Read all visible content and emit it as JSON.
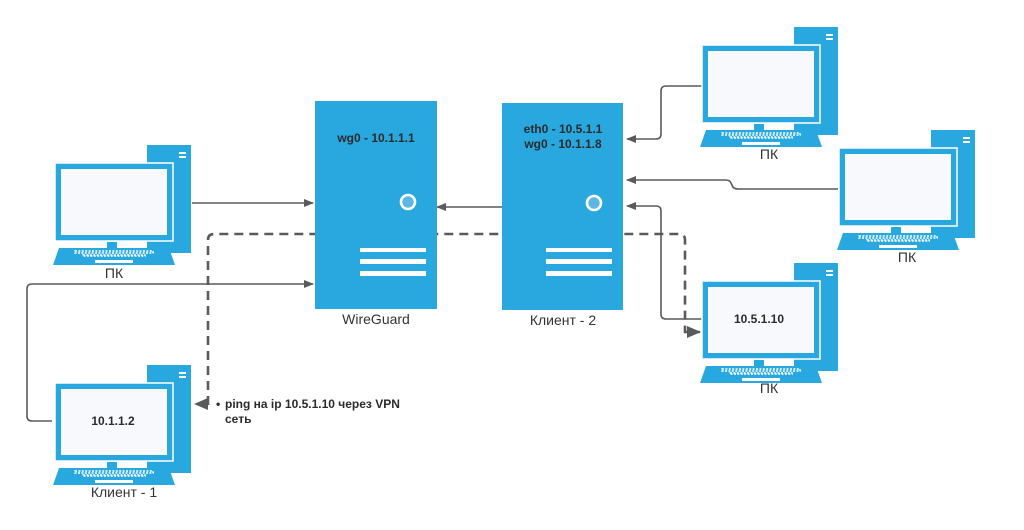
{
  "colors": {
    "device": "#29a8e0",
    "screen": "#f7f9fc",
    "connector": "#5a5a5a",
    "text": "#333333"
  },
  "servers": {
    "wireguard": {
      "label": "WireGuard",
      "lines": [
        "wg0 - 10.1.1.1"
      ]
    },
    "client2": {
      "label": "Клиент - 2",
      "lines": [
        "eth0 - 10.5.1.1",
        "wg0 - 10.1.1.8"
      ]
    }
  },
  "computers": {
    "pc_left": {
      "label": "ПК",
      "screen_text": ""
    },
    "client1": {
      "label": "Клиент - 1",
      "screen_text": "10.1.1.2"
    },
    "pc_top_right": {
      "label": "ПК",
      "screen_text": ""
    },
    "pc_mid_right": {
      "label": "ПК",
      "screen_text": ""
    },
    "pc_target": {
      "label": "ПК",
      "screen_text": "10.5.1.10"
    }
  },
  "annotation": {
    "bullet": "•",
    "line1": "ping на ip 10.5.1.10 через VPN",
    "line2": "сеть"
  }
}
